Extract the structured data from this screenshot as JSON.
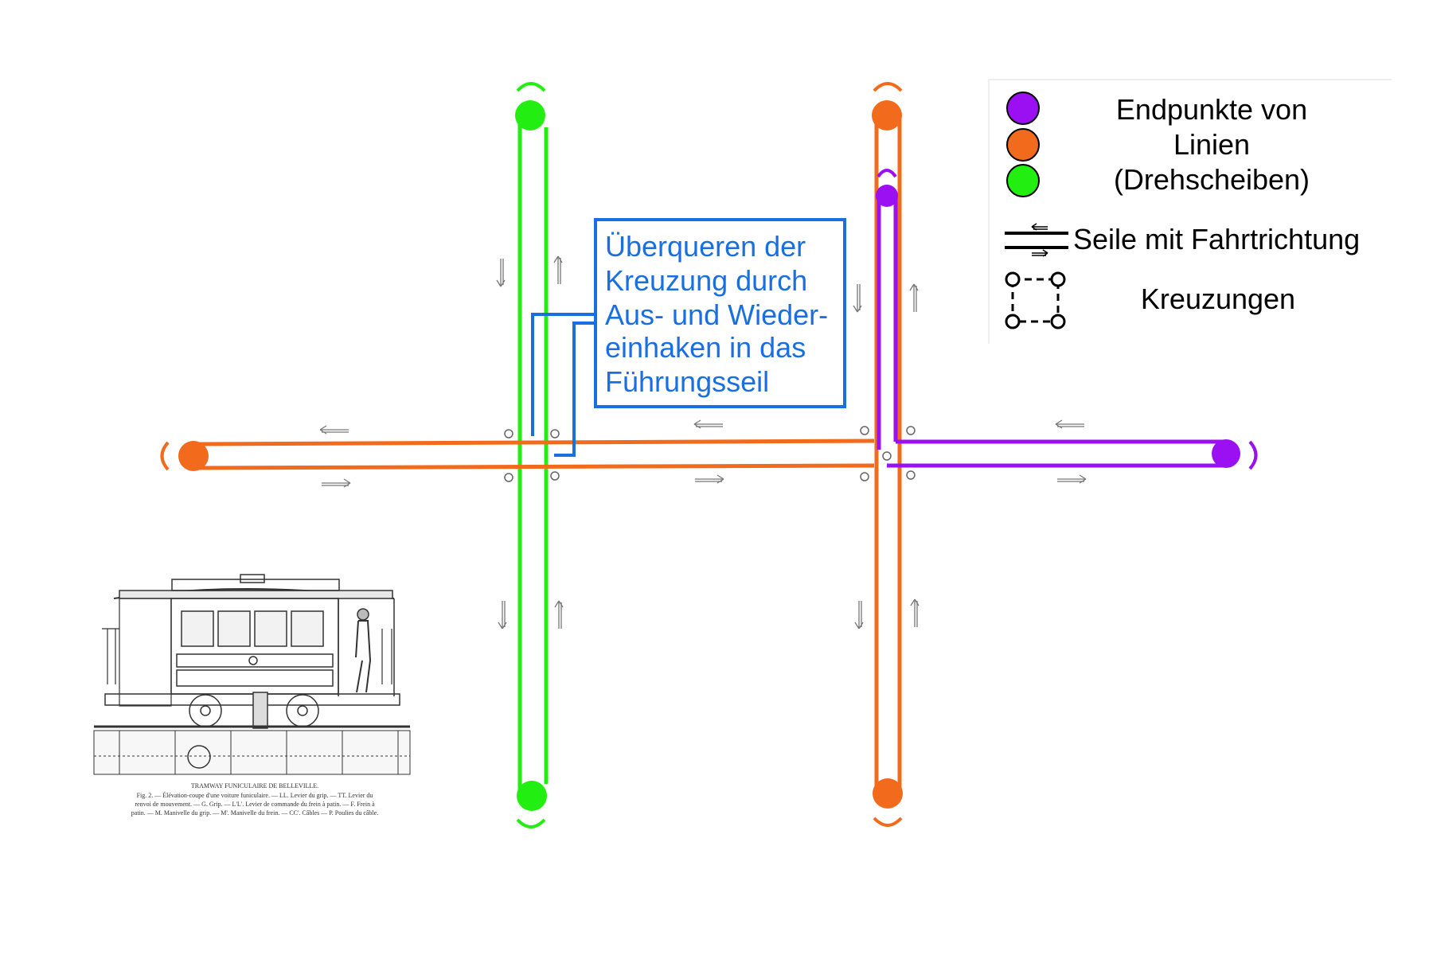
{
  "colors": {
    "green": "#22ee11",
    "orange": "#f26a1b",
    "purple": "#9b10f2",
    "blue": "#1a6fe0",
    "black": "#000000"
  },
  "legend": {
    "endpoints_line1": "Endpunkte von",
    "endpoints_line2": "Linien",
    "endpoints_line3": "(Drehscheiben)",
    "cables": "Seile mit Fahrtrichtung",
    "crossings": "Kreuzungen"
  },
  "callout": {
    "line1": "Überqueren der",
    "line2": "Kreuzung durch",
    "line3": "Aus- und Wieder-",
    "line4": "einhaken in das",
    "line5": "Führungsseil"
  },
  "illustration": {
    "title": "TRAMWAY FUNICULAIRE DE BELLEVILLE.",
    "caption1": "Fig. 2. — Élévation-coupe d'une voiture funiculaire. — LL. Levier du grip. — TT. Levier du",
    "caption2": "renvoi de mouvement. — G. Grip. — L'L'. Levier de commande du frein à patin. — F. Frein à",
    "caption3": "patin. — M. Manivelle du grip. — M'. Manivelle du frein. — CC'. Câbles — P. Poulies du câble."
  },
  "icons": [
    "arrow-left-icon",
    "arrow-right-icon",
    "arrow-up-icon",
    "arrow-down-icon",
    "crossing-ring-icon",
    "turntable-icon"
  ]
}
